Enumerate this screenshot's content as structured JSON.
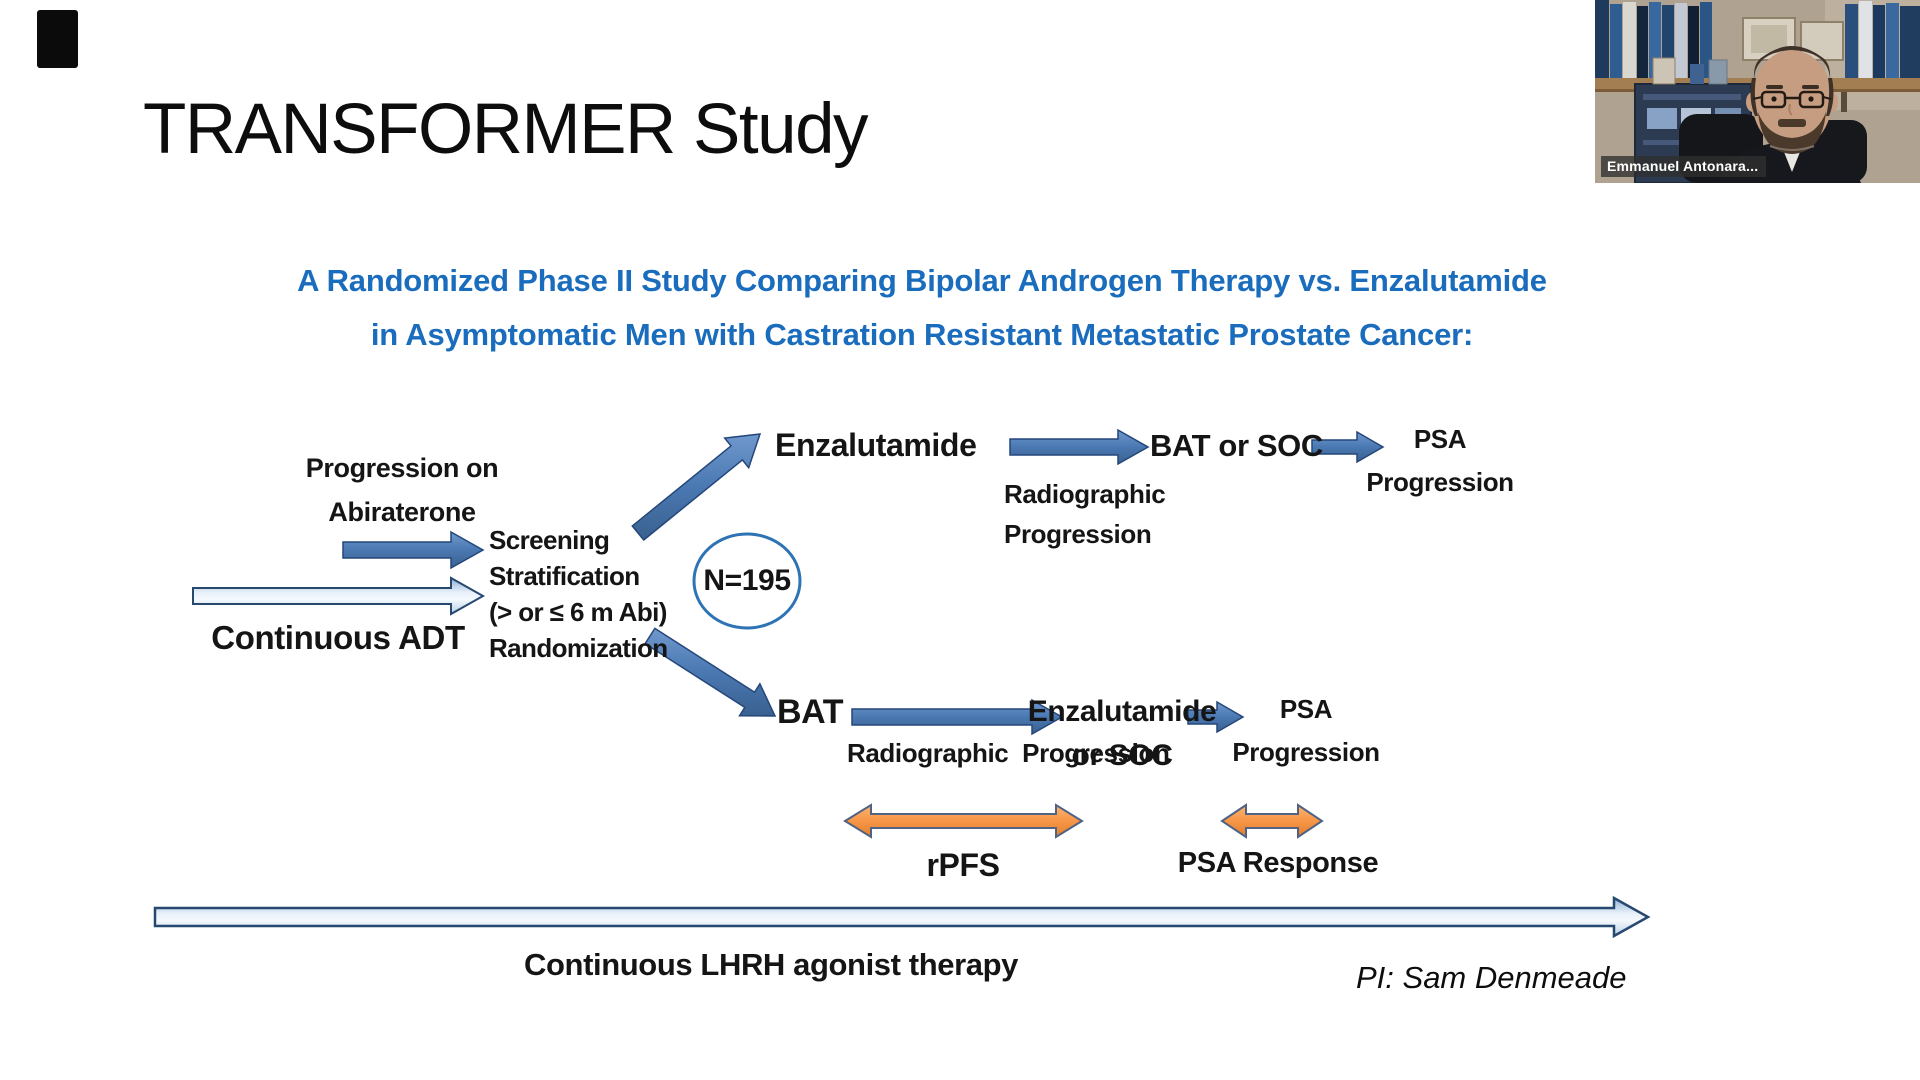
{
  "slide": {
    "title": "TRANSFORMER Study",
    "subtitle_line1": "A Randomized Phase II Study Comparing Bipolar Androgen Therapy vs. Enzalutamide",
    "subtitle_line2": "in Asymptomatic Men with Castration Resistant Metastatic Prostate Cancer:",
    "colors": {
      "subtitle_blue": "#1a6cbd",
      "arrow_blue": "#4a78b2",
      "arrow_light_blue": "#dce8f6",
      "arrow_orange": "#f79646",
      "circle_stroke": "#2e74b5"
    }
  },
  "diagram": {
    "progression_line1": "Progression on",
    "progression_line2": "Abiraterone",
    "continuous_adt": "Continuous ADT",
    "screening_lines": [
      "Screening",
      "Stratification",
      "(> or ≤ 6 m Abi)",
      "Randomization"
    ],
    "n_label": "N=195",
    "enzalutamide_top": "Enzalutamide",
    "radiographic_top_line1": "Radiographic",
    "radiographic_top_line2": "Progression",
    "bat_or_soc": "BAT or SOC",
    "psa_top_line1": "PSA",
    "psa_top_line2": "Progression",
    "bat": "BAT",
    "radiographic_bottom": "Radiographic Progression",
    "enz_soc_line1": "Enzalutamide",
    "enz_soc_line2": "or SOC",
    "psa_bottom_line1": "PSA",
    "psa_bottom_line2": "Progression",
    "rpfs": "rPFS",
    "psa_response": "PSA Response",
    "lhrh": "Continuous LHRH agonist therapy",
    "pi": "PI: Sam Denmeade"
  },
  "webcam": {
    "participant_name": "Emmanuel Antonara..."
  }
}
